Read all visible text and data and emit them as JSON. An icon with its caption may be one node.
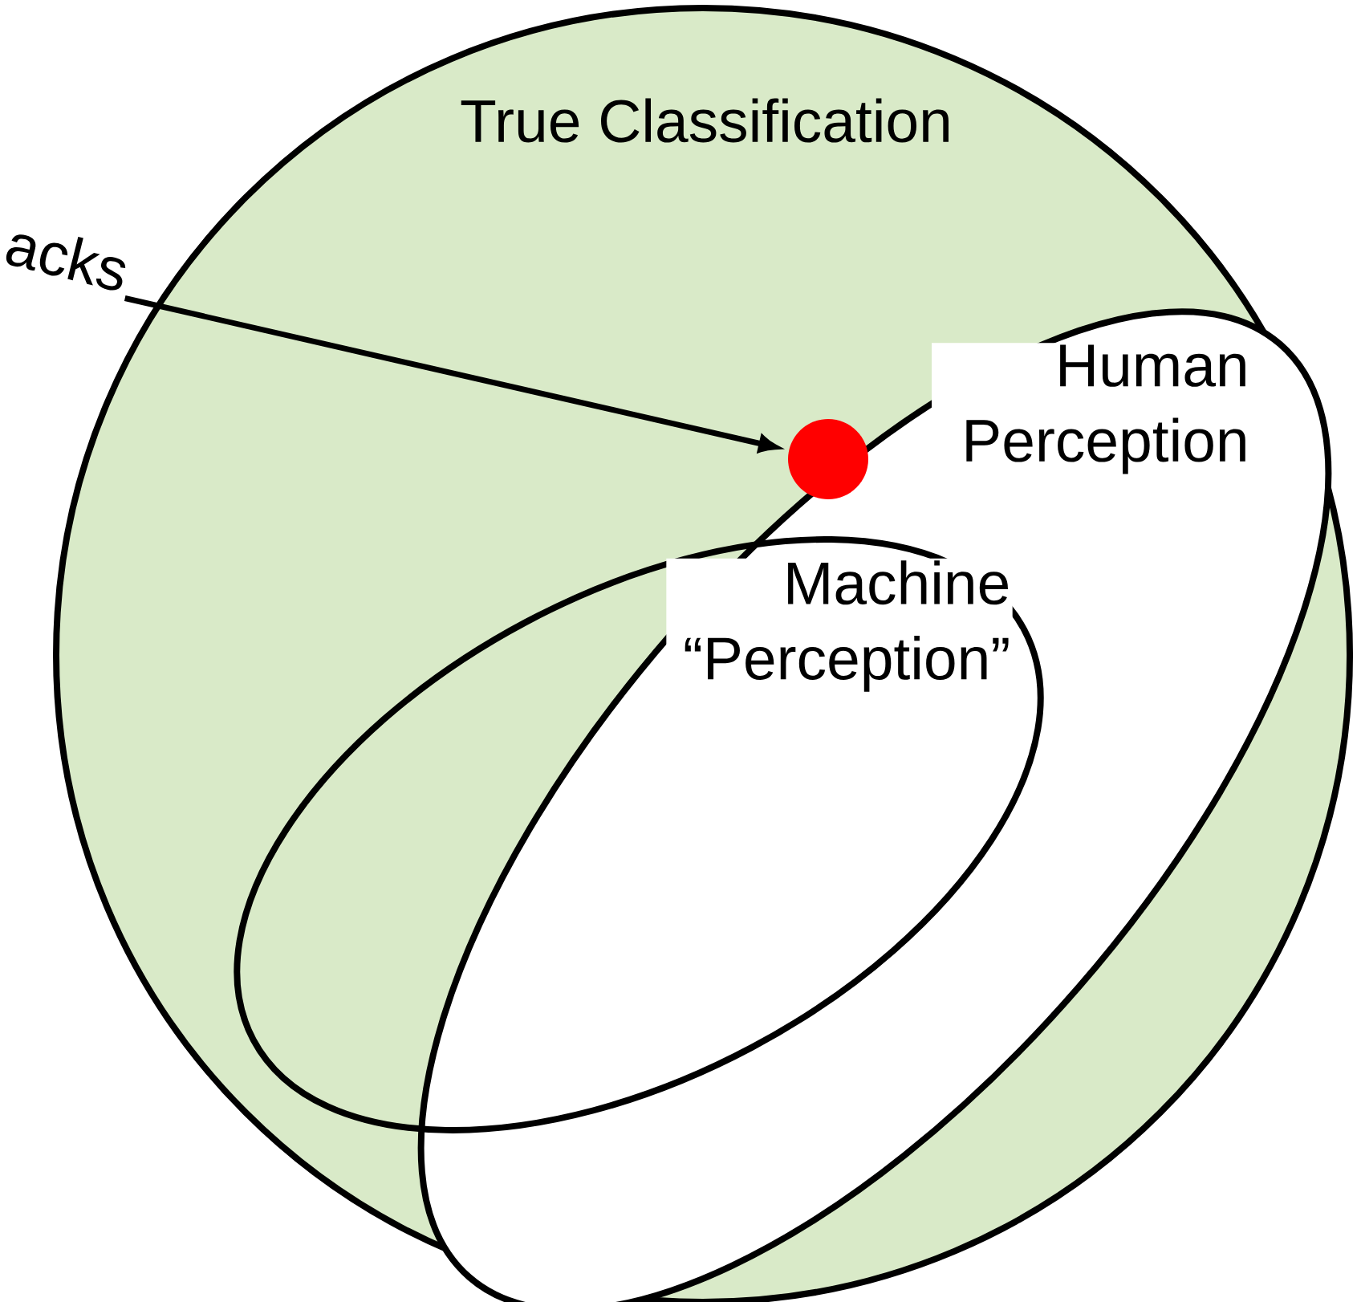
{
  "diagram": {
    "nodes": [
      {
        "text": [
          "True Classification"
        ]
      },
      {
        "text": [
          "Human Perception"
        ],
        "in": 0
      },
      {
        "text": [
          "Machine “Perception”"
        ],
        "in": 0
      },
      {
        "text": [],
        "shape": "circle",
        "in": 1
      },
      {
        "text": [
          "acks"
        ]
      }
    ],
    "edges": [
      {
        "from": 4,
        "to": 3,
        "arrow": "to"
      }
    ]
  }
}
